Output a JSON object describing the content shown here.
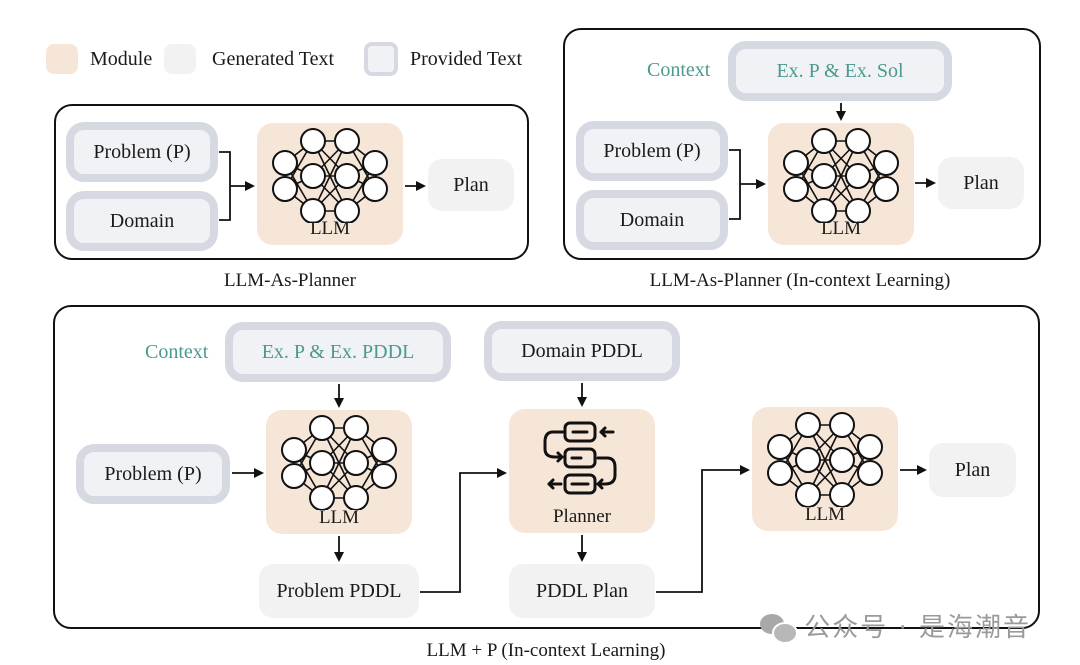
{
  "legend": {
    "items": [
      {
        "label": "Module",
        "color": "#f6e6d8"
      },
      {
        "label": "Generated Text",
        "color": "#f2f2f3"
      },
      {
        "label": "Provided Text",
        "color": "#f1f2f5",
        "border": "#d6d9e1"
      }
    ]
  },
  "colors": {
    "context_teal": "#4b9a8f",
    "module": "#f6e6d8",
    "provided_border": "#d6d9e1"
  },
  "panel1": {
    "caption": "LLM-As-Planner",
    "problem": "Problem (P)",
    "domain": "Domain",
    "module_label": "LLM",
    "output": "Plan"
  },
  "panel2": {
    "caption": "LLM-As-Planner (In-context Learning)",
    "context_label": "Context",
    "context_box": "Ex. P & Ex. Sol",
    "problem": "Problem (P)",
    "domain": "Domain",
    "module_label": "LLM",
    "output": "Plan"
  },
  "panel3": {
    "caption": "LLM + P (In-context Learning)",
    "context_label": "Context",
    "context_box": "Ex. P & Ex. PDDL",
    "problem": "Problem (P)",
    "llm1_label": "LLM",
    "problem_pddl": "Problem PDDL",
    "domain_pddl": "Domain PDDL",
    "planner_label": "Planner",
    "pddl_plan": "PDDL Plan",
    "llm2_label": "LLM",
    "output": "Plan"
  },
  "watermark": "公众号 · 是海潮音"
}
